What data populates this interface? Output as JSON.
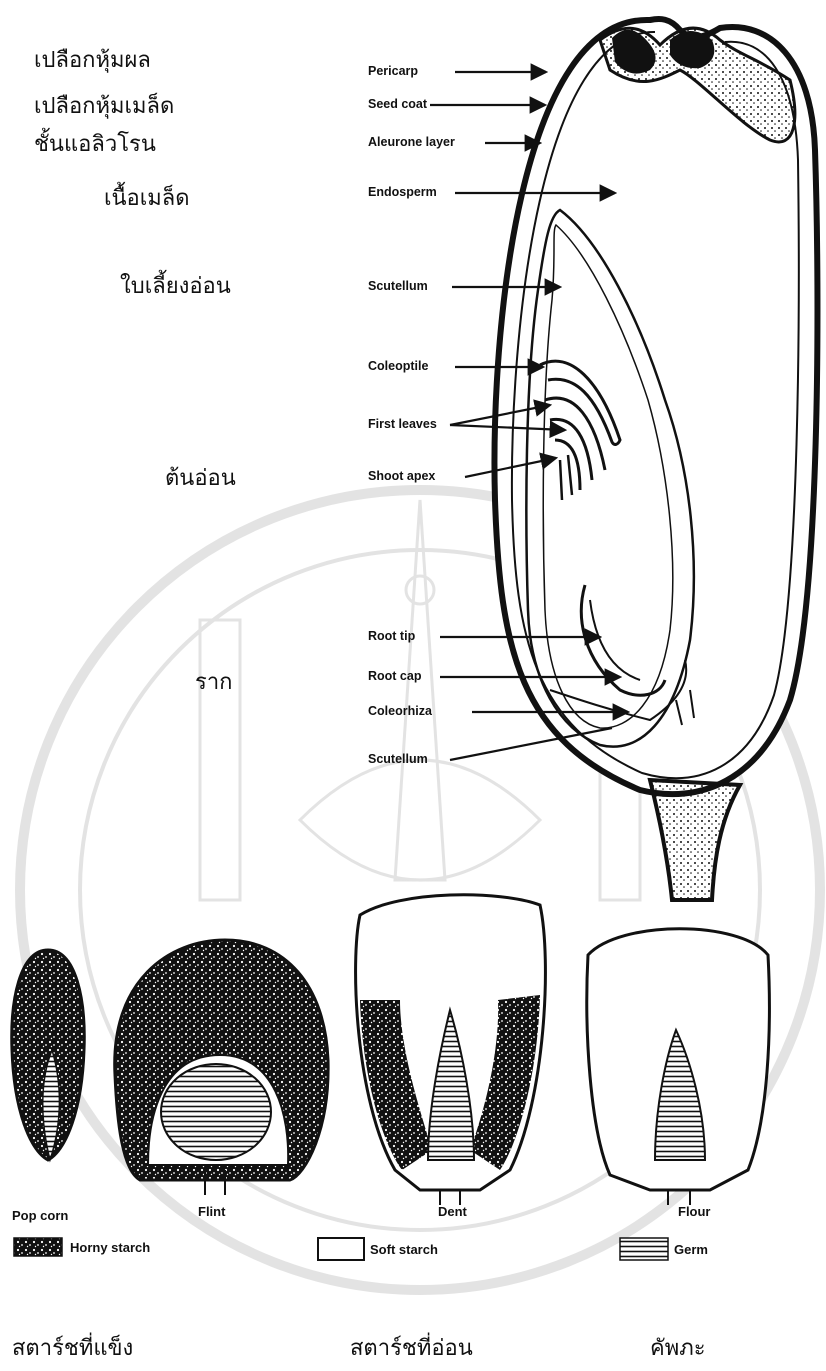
{
  "thai_labels": {
    "pericarp": "เปลือกหุ้มผล",
    "seed_coat": "เปลือกหุ้มเมล็ด",
    "aleurone": "ชั้นแอลิวโรน",
    "endosperm": "เนื้อเมล็ด",
    "scutellum": "ใบเลี้ยงอ่อน",
    "shoot": "ต้นอ่อน",
    "root": "ราก"
  },
  "english_labels": {
    "pericarp": "Pericarp",
    "seed_coat": "Seed coat",
    "aleurone": "Aleurone layer",
    "endosperm": "Endosperm",
    "scutellum_top": "Scutellum",
    "coleoptile": "Coleoptile",
    "first_leaves": "First leaves",
    "shoot_apex": "Shoot apex",
    "root_tip": "Root tip",
    "root_cap": "Root cap",
    "coleorhiza": "Coleorhiza",
    "scutellum_bottom": "Scutellum"
  },
  "kernel_types": {
    "pop_corn": "Pop corn",
    "flint": "Flint",
    "dent": "Dent",
    "flour": "Flour"
  },
  "legend": {
    "horny_starch": "Horny starch",
    "soft_starch": "Soft starch",
    "germ": "Germ"
  },
  "thai_legend": {
    "horny_starch": "สตาร์ชที่แข็ง",
    "soft_starch": "สตาร์ชที่อ่อน",
    "germ": "คัพภะ"
  }
}
